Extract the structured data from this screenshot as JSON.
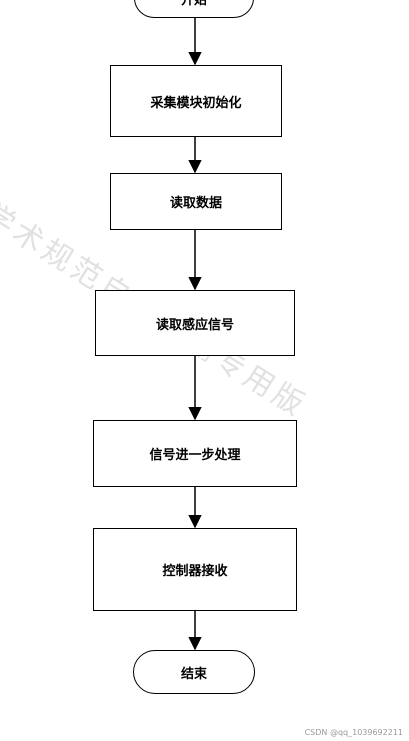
{
  "flowchart": {
    "start": "开始",
    "steps": [
      "采集模块初始化",
      "读取数据",
      "读取感应信号",
      "信号进一步处理",
      "控制器接收"
    ],
    "end": "结束"
  },
  "watermark": "学术规范自助检测专用版",
  "credit": "CSDN @qq_1039692211"
}
